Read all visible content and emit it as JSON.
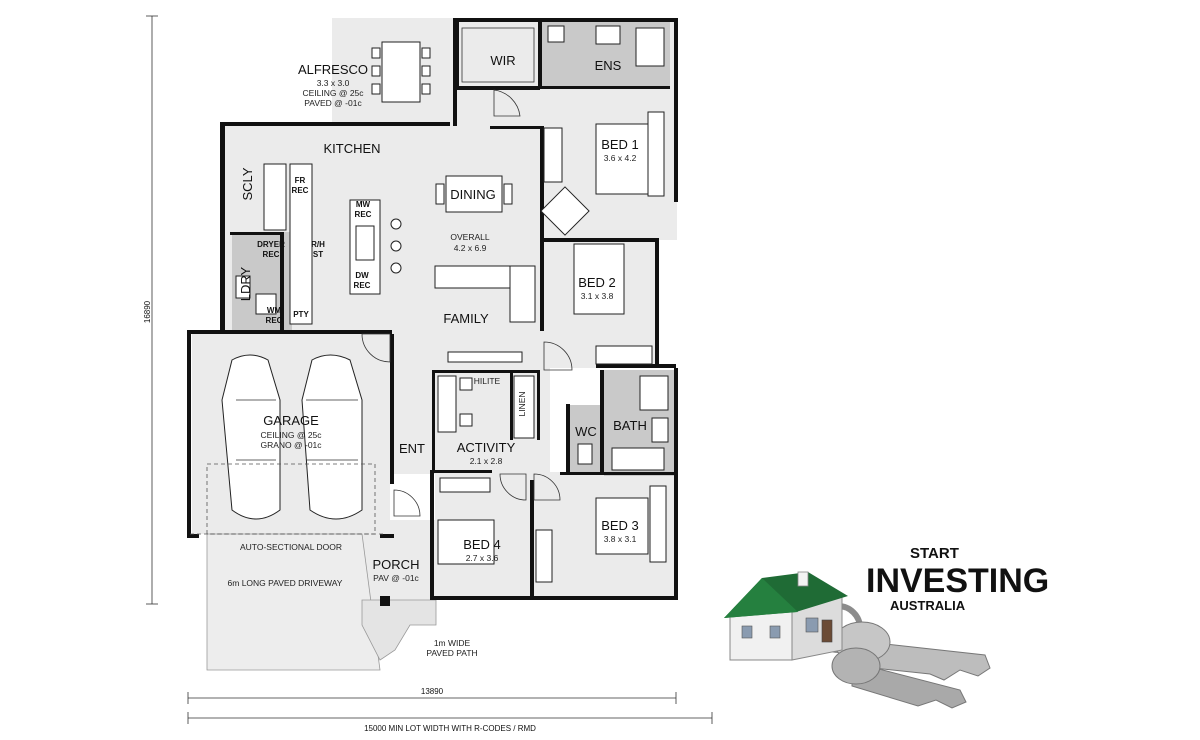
{
  "rooms": {
    "alfresco": {
      "name": "ALFRESCO",
      "size": "3.3 x 3.0",
      "ceiling": "CEILING @ 25c",
      "paved": "PAVED @ -01c"
    },
    "wir": {
      "name": "WIR"
    },
    "ens": {
      "name": "ENS"
    },
    "kitchen": {
      "name": "KITCHEN"
    },
    "scly": {
      "name": "SCLY"
    },
    "dining": {
      "name": "DINING"
    },
    "overall": {
      "name": "OVERALL",
      "size": "4.2 x 6.9"
    },
    "bed1": {
      "name": "BED 1",
      "size": "3.6 x 4.2"
    },
    "bed2": {
      "name": "BED 2",
      "size": "3.1 x 3.8"
    },
    "ldry": {
      "name": "LDRY"
    },
    "family": {
      "name": "FAMILY"
    },
    "garage": {
      "name": "GARAGE",
      "ceiling": "CEILING @ 25c",
      "grano": "GRANO @ -01c"
    },
    "hilite": {
      "name": "HILITE"
    },
    "linen": {
      "name": "LINEN"
    },
    "wc": {
      "name": "WC"
    },
    "bath": {
      "name": "BATH"
    },
    "ent": {
      "name": "ENT"
    },
    "activity": {
      "name": "ACTIVITY",
      "size": "2.1 x 2.8"
    },
    "bed3": {
      "name": "BED 3",
      "size": "3.8 x 3.1"
    },
    "bed4": {
      "name": "BED 4",
      "size": "2.7 x 3.6"
    },
    "porch": {
      "name": "PORCH",
      "paved": "PAV @ -01c"
    }
  },
  "fixtures": {
    "fr": "FR",
    "fr_rec": "REC",
    "mw": "MW",
    "mw_rec": "REC",
    "dryer": "DRYER",
    "dryer_rec": "REC",
    "rh": "R/H",
    "rh_st": "ST",
    "dw": "DW",
    "dw_rec": "REC",
    "wm": "WM",
    "wm_rec": "REC",
    "pty": "PTY"
  },
  "labels": {
    "auto_door": "AUTO-SECTIONAL DOOR",
    "driveway": "6m LONG PAVED DRIVEWAY",
    "path_1": "1m WIDE",
    "path_2": "PAVED PATH"
  },
  "dimensions": {
    "height": "16890",
    "width": "13890",
    "lot_width": "15000 MIN LOT WIDTH WITH R-CODES / RMD"
  },
  "brand": {
    "line1": "START",
    "line2": "INVESTING",
    "line3": "AUSTRALIA",
    "roof_color": "#1f6b35"
  }
}
